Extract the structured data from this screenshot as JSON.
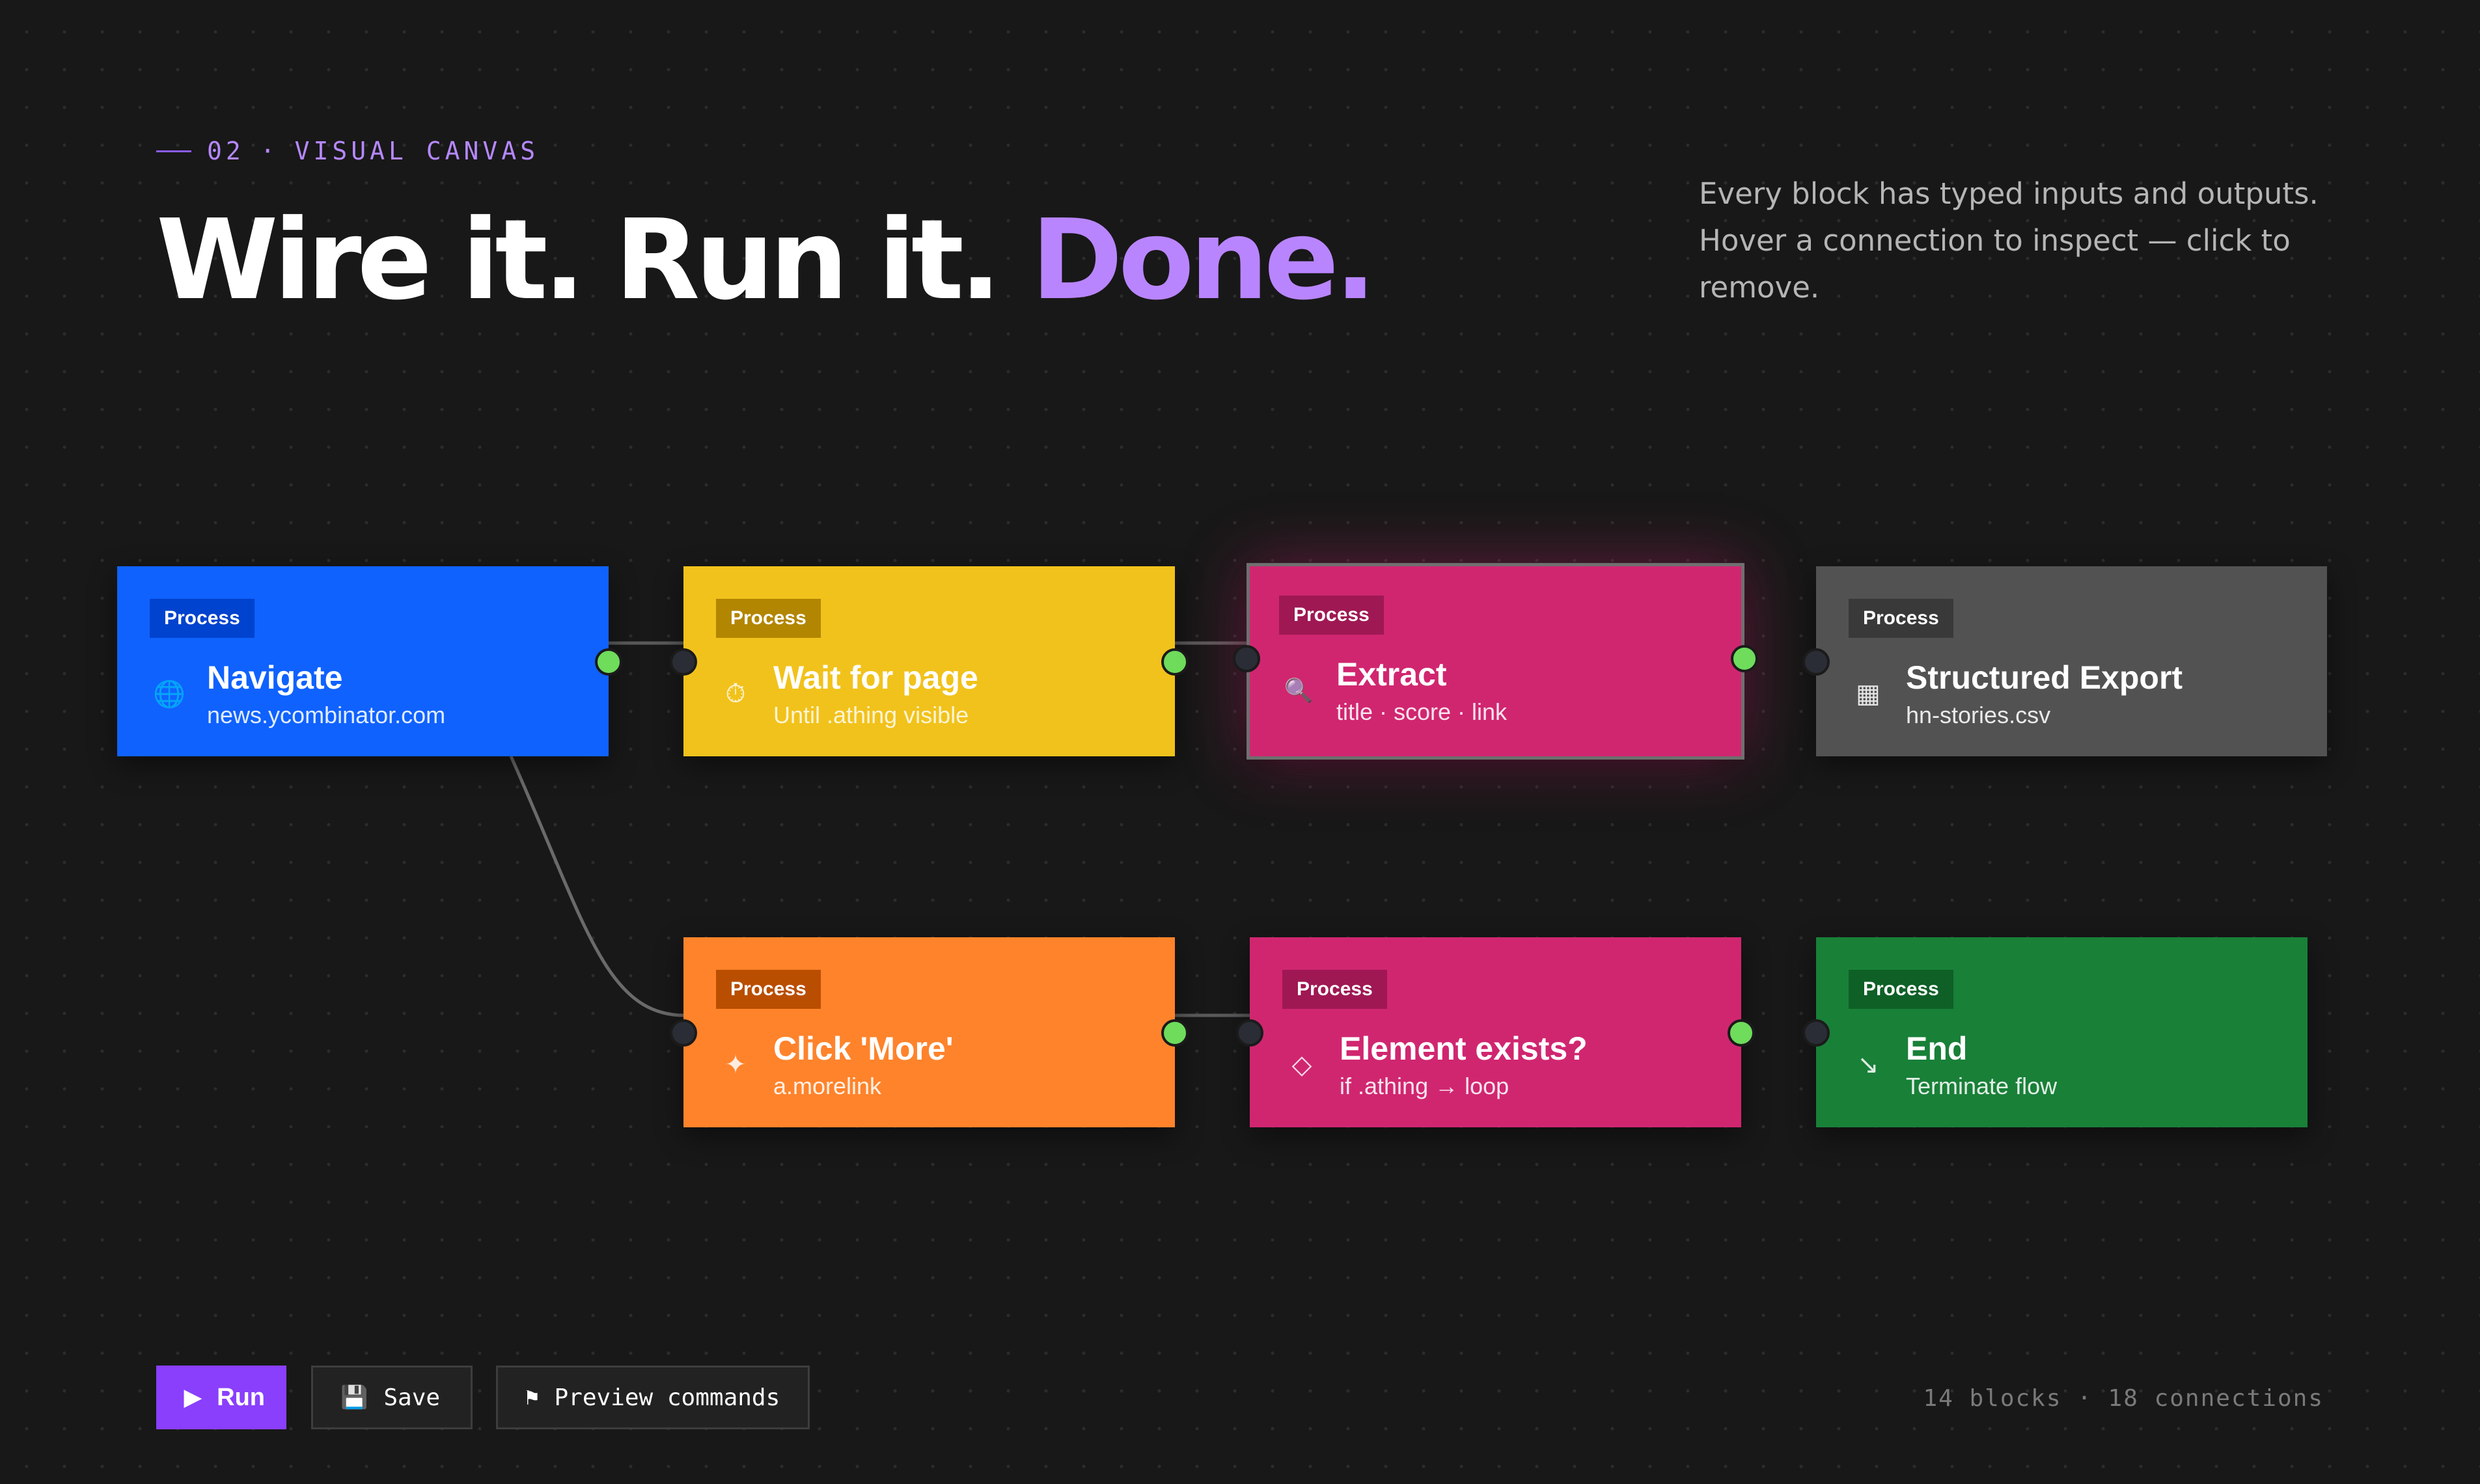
{
  "header": {
    "section_number": "02",
    "separator": "·",
    "section_label": "VISUAL CANVAS",
    "headline_main": "Wire it. Run it.",
    "headline_accent": "Done.",
    "description": "Every block has typed inputs and outputs. Hover a connection to inspect — click to remove."
  },
  "colors": {
    "accent": "#8a3ffc",
    "headline_accent": "#b985ff",
    "port_connected": "#6fdc5c",
    "port_idle": "#2a2d35"
  },
  "nodes": [
    {
      "tag": "Process",
      "title": "Navigate",
      "subtitle": "news.ycombinator.com",
      "icon": "globe-icon",
      "glyph": "🌐"
    },
    {
      "tag": "Process",
      "title": "Wait for page",
      "subtitle": "Until .athing visible",
      "icon": "timer-icon",
      "glyph": "⏱"
    },
    {
      "tag": "Process",
      "title": "Extract",
      "subtitle": "title · score · link",
      "icon": "magnifier-icon",
      "glyph": "🔍"
    },
    {
      "tag": "Process",
      "title": "Structured Export",
      "subtitle": "hn-stories.csv",
      "icon": "grid-icon",
      "glyph": "▦"
    },
    {
      "tag": "Process",
      "title": "Click 'More'",
      "subtitle": "a.morelink",
      "icon": "sparkle-icon",
      "glyph": "✦"
    },
    {
      "tag": "Process",
      "title": "Element exists?",
      "subtitle": "if .athing → loop",
      "icon": "diamond-icon",
      "glyph": "◇"
    },
    {
      "tag": "Process",
      "title": "End",
      "subtitle": "Terminate flow",
      "icon": "arrow-down-right-icon",
      "glyph": "↘"
    }
  ],
  "toolbar": {
    "run_label": "Run",
    "run_icon": "▶",
    "save_label": "Save",
    "save_icon": "💾",
    "preview_label": "Preview commands",
    "preview_icon": "⚑"
  },
  "stats": {
    "text": "14 blocks · 18 connections"
  }
}
